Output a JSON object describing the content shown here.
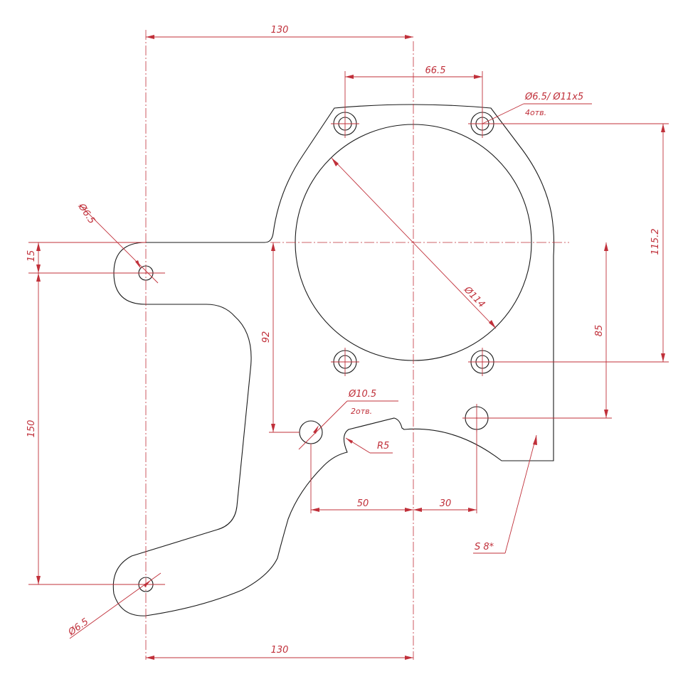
{
  "drawing": {
    "colors": {
      "outline": "#1a1a1a",
      "dimension": "#c0303a",
      "background": "#ffffff"
    },
    "dimensions": {
      "top_width": "130",
      "bottom_width": "130",
      "hole_spacing_top": "66.5",
      "mount_hole_spec": "Ø6.5/ Ø11x5",
      "mount_hole_count": "4отв.",
      "big_bore": "Ø114",
      "right_height": "115.2",
      "right_inner_height": "85",
      "left_top_offset": "15",
      "left_height": "150",
      "inner_height": "92",
      "left_hole_top": "Ø6.5",
      "left_hole_bottom": "Ø6.5",
      "lower_hole_spec": "Ø10.5",
      "lower_hole_count": "2отв.",
      "fillet": "R5",
      "bottom_left_offset": "50",
      "bottom_right_offset": "30",
      "thickness": "S 8*"
    }
  }
}
